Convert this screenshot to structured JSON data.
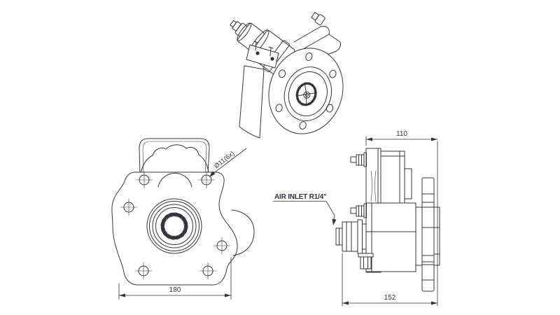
{
  "colors": {
    "background": "#ffffff",
    "line": "#34343e"
  },
  "annotations": {
    "bolt_hole_callout": "Ø11(6x)",
    "air_inlet_callout": "AIR INLET R1/4\"",
    "dimensions": {
      "front_width": "180",
      "side_depth": "110",
      "side_length": "152"
    }
  }
}
